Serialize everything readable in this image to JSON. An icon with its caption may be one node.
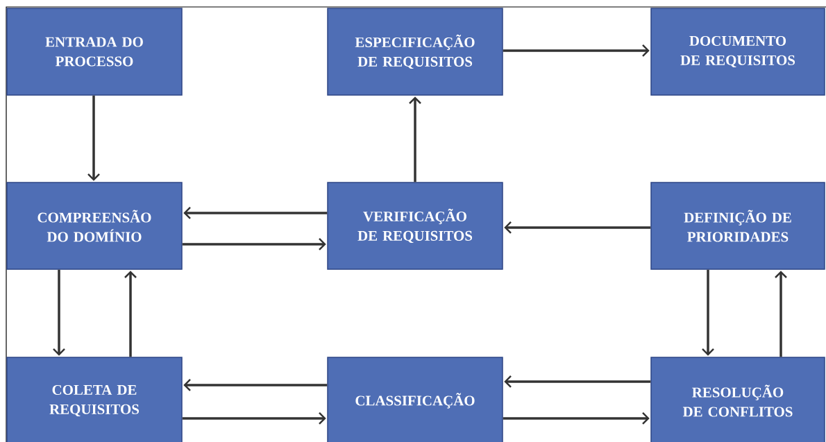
{
  "diagram": {
    "nodes": [
      {
        "text": [
          "ENTRADA DO PROCESSO"
        ]
      },
      {
        "text": [
          "ESPECIFICAÇÃO DE REQUISITOS"
        ]
      },
      {
        "text": [
          "DOCUMENTO DE REQUISITOS"
        ]
      },
      {
        "text": [
          "COMPREENSÃO DO DOMÍNIO"
        ]
      },
      {
        "text": [
          "VERIFICAÇÃO DE REQUISITOS"
        ]
      },
      {
        "text": [
          "DEFINIÇÃO DE PRIORIDADES"
        ]
      },
      {
        "text": [
          "COLETA DE REQUISITOS"
        ]
      },
      {
        "text": [
          "CLASSIFICAÇÃO"
        ]
      },
      {
        "text": [
          "RESOLUÇÃO DE CONFLITOS"
        ]
      }
    ],
    "edges": [
      {
        "from": 0,
        "to": 3,
        "arrow": "to"
      },
      {
        "from": 4,
        "to": 1,
        "arrow": "to"
      },
      {
        "from": 1,
        "to": 2,
        "arrow": "to"
      },
      {
        "from": 4,
        "to": 3,
        "arrow": "to"
      },
      {
        "from": 3,
        "to": 4,
        "arrow": "to"
      },
      {
        "from": 5,
        "to": 4,
        "arrow": "to"
      },
      {
        "from": 3,
        "to": 6,
        "arrow": "to"
      },
      {
        "from": 6,
        "to": 3,
        "arrow": "to"
      },
      {
        "from": 5,
        "to": 8,
        "arrow": "to"
      },
      {
        "from": 8,
        "to": 5,
        "arrow": "to"
      },
      {
        "from": 7,
        "to": 6,
        "arrow": "to"
      },
      {
        "from": 6,
        "to": 7,
        "arrow": "to"
      },
      {
        "from": 8,
        "to": 7,
        "arrow": "to"
      },
      {
        "from": 7,
        "to": 8,
        "arrow": "to"
      }
    ]
  }
}
